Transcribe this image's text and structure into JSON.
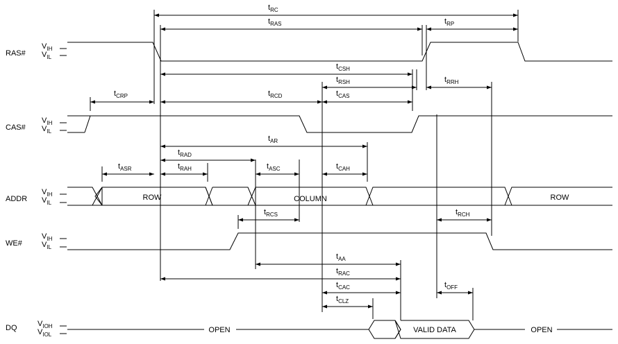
{
  "signals": [
    {
      "key": "ras",
      "name": "RAS#",
      "levels": [
        {
          "main": "V",
          "sub": "IH"
        },
        {
          "main": "V",
          "sub": "IL"
        }
      ]
    },
    {
      "key": "cas",
      "name": "CAS#",
      "levels": [
        {
          "main": "V",
          "sub": "IH"
        },
        {
          "main": "V",
          "sub": "IL"
        }
      ]
    },
    {
      "key": "addr",
      "name": "ADDR",
      "levels": [
        {
          "main": "V",
          "sub": "IH"
        },
        {
          "main": "V",
          "sub": "IL"
        }
      ]
    },
    {
      "key": "we",
      "name": "WE#",
      "levels": [
        {
          "main": "V",
          "sub": "IH"
        },
        {
          "main": "V",
          "sub": "IL"
        }
      ]
    },
    {
      "key": "dq",
      "name": "DQ",
      "levels": [
        {
          "main": "V",
          "sub": "IOH"
        },
        {
          "main": "V",
          "sub": "IOL"
        }
      ]
    }
  ],
  "bus_labels": {
    "addr_row_1": "ROW",
    "addr_column": "COLUMN",
    "addr_row_2": "ROW",
    "dq_open_1": "OPEN",
    "dq_valid": "VALID DATA",
    "dq_open_2": "OPEN"
  },
  "timing_params": [
    {
      "key": "rc",
      "main": "t",
      "sub": "RC"
    },
    {
      "key": "ras",
      "main": "t",
      "sub": "RAS"
    },
    {
      "key": "rp",
      "main": "t",
      "sub": "RP"
    },
    {
      "key": "csh",
      "main": "t",
      "sub": "CSH"
    },
    {
      "key": "rsh",
      "main": "t",
      "sub": "RSH"
    },
    {
      "key": "rrh",
      "main": "t",
      "sub": "RRH"
    },
    {
      "key": "crp",
      "main": "t",
      "sub": "CRP"
    },
    {
      "key": "rcd",
      "main": "t",
      "sub": "RCD"
    },
    {
      "key": "cas",
      "main": "t",
      "sub": "CAS"
    },
    {
      "key": "ar",
      "main": "t",
      "sub": "AR"
    },
    {
      "key": "rad",
      "main": "t",
      "sub": "RAD"
    },
    {
      "key": "asr",
      "main": "t",
      "sub": "ASR"
    },
    {
      "key": "rah",
      "main": "t",
      "sub": "RAH"
    },
    {
      "key": "asc",
      "main": "t",
      "sub": "ASC"
    },
    {
      "key": "cah",
      "main": "t",
      "sub": "CAH"
    },
    {
      "key": "rcs",
      "main": "t",
      "sub": "RCS"
    },
    {
      "key": "rch",
      "main": "t",
      "sub": "RCH"
    },
    {
      "key": "aa",
      "main": "t",
      "sub": "AA"
    },
    {
      "key": "rac",
      "main": "t",
      "sub": "RAC"
    },
    {
      "key": "cac",
      "main": "t",
      "sub": "CAC"
    },
    {
      "key": "off",
      "main": "t",
      "sub": "OFF"
    },
    {
      "key": "clz",
      "main": "t",
      "sub": "CLZ"
    }
  ]
}
